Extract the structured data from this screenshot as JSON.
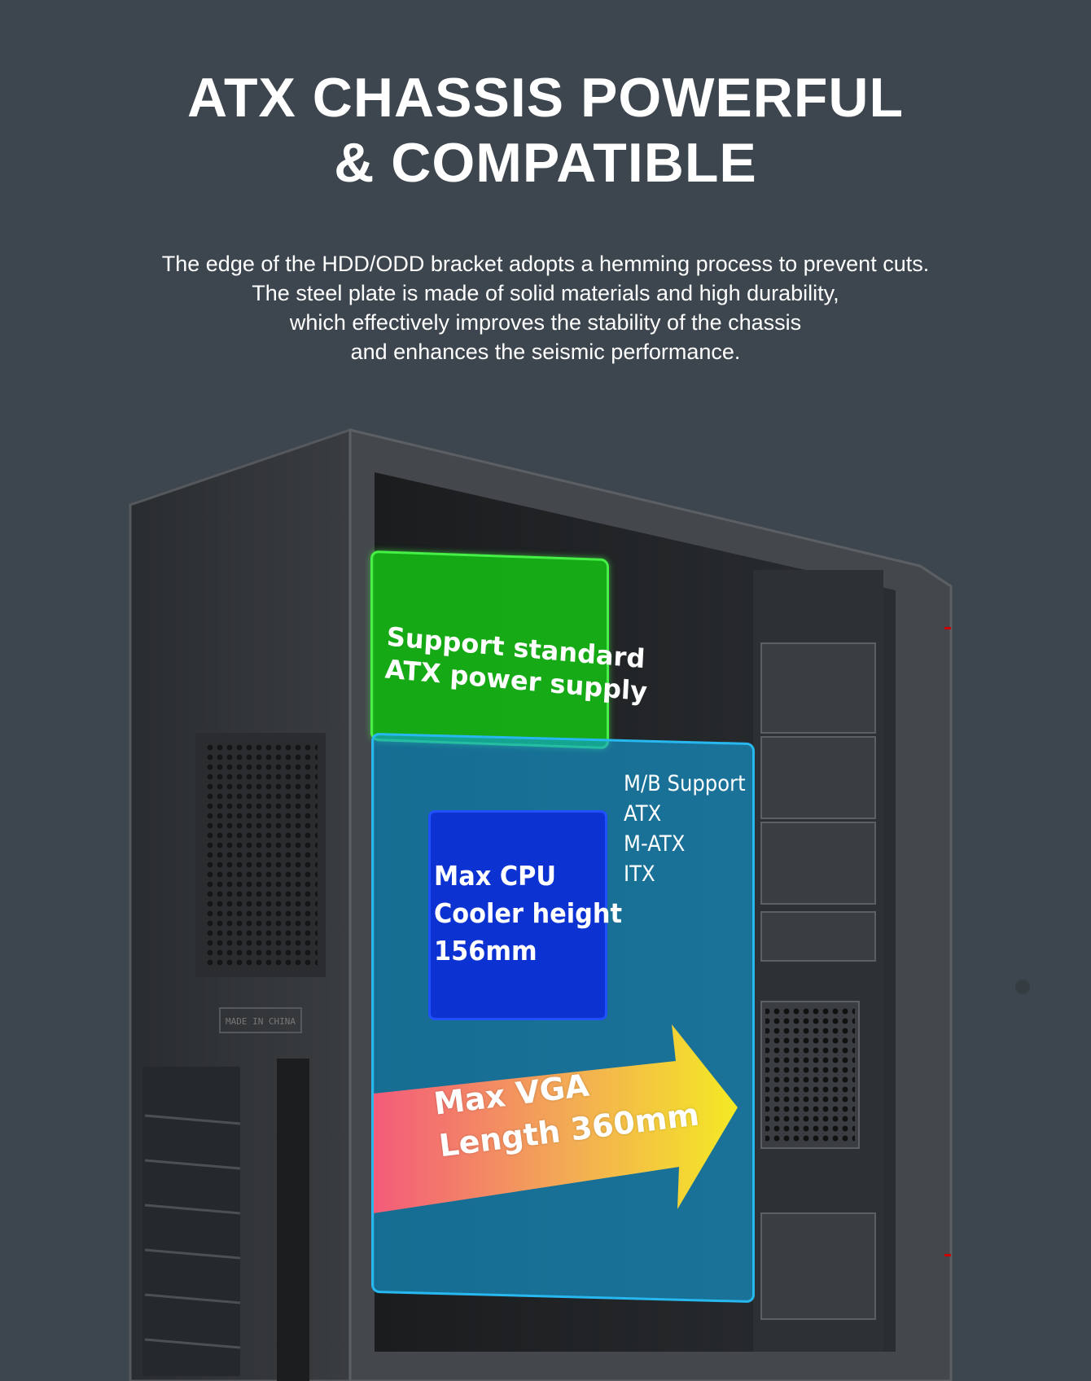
{
  "header": {
    "title_line1": "ATX CHASSIS POWERFUL",
    "title_line2": "& COMPATIBLE"
  },
  "description": [
    "The edge of the HDD/ODD bracket adopts a hemming process to prevent cuts.",
    "The steel plate is made of solid materials and high durability,",
    "which effectively improves the stability of the chassis",
    "and enhances the seismic performance."
  ],
  "features": {
    "psu": [
      "Support standard",
      "ATX power supply"
    ],
    "motherboard": [
      "M/B Support",
      "ATX",
      "M-ATX",
      "ITX"
    ],
    "cpu_cooler": [
      "Max CPU",
      "Cooler height",
      "156mm"
    ],
    "vga": [
      "Max VGA",
      "Length 360mm"
    ]
  },
  "chassis_label": "MADE IN CHINA",
  "colors": {
    "background": "#3d464e",
    "psu_zone": "#14c814",
    "mb_zone": "#14a0dc",
    "cpu_zone": "#0a28dc",
    "vga_arrow_start": "#ff5a78",
    "vga_arrow_end": "#fff01e"
  }
}
